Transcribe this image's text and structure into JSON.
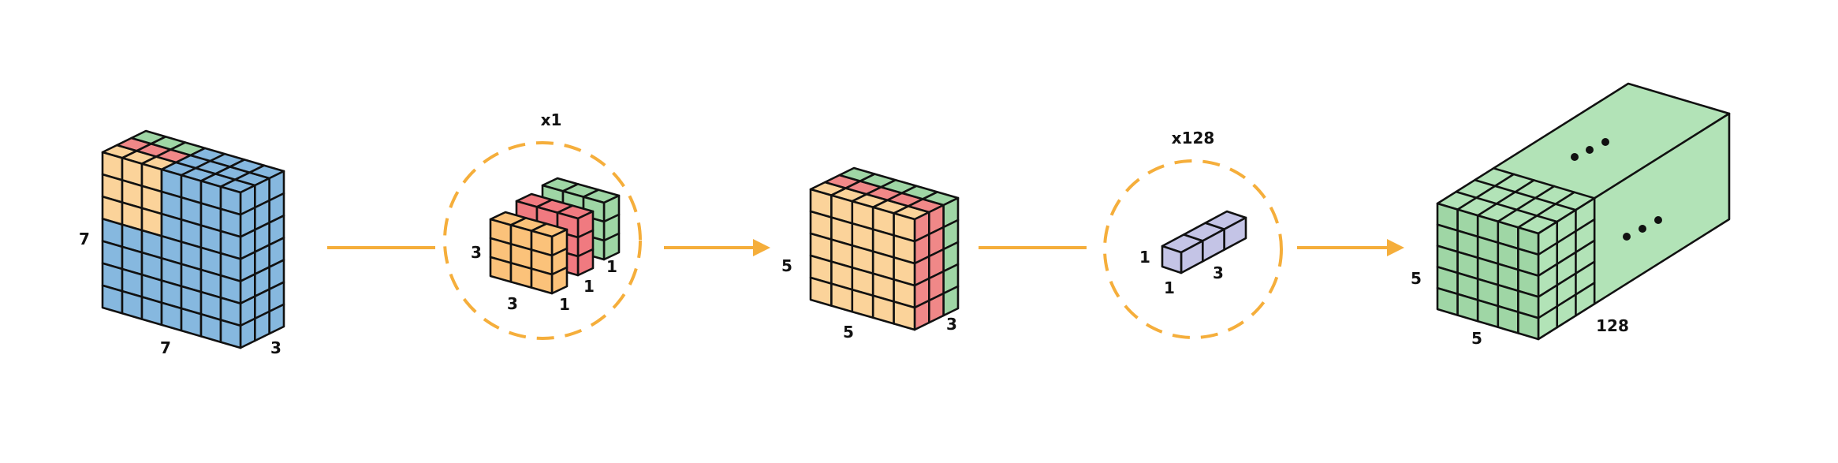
{
  "colors": {
    "blue": "#86b8df",
    "yellow": "#fbd39a",
    "red": "#f08888",
    "green": "#9fd6a5",
    "orange": "#fbc27a",
    "red_kernel": "#f07a80",
    "lavender": "#c4c4e6",
    "green_light": "#b2e3b7",
    "arrow": "#f5ae3b",
    "stroke": "#111111"
  },
  "input": {
    "height": "7",
    "width": "7",
    "depth": "3"
  },
  "depthwise": {
    "multiplier": "x1",
    "height": "3",
    "width": "3",
    "depth_a": "1",
    "depth_b": "1",
    "depth_c": "1"
  },
  "intermediate": {
    "height": "5",
    "width": "5",
    "depth": "3"
  },
  "pointwise": {
    "multiplier": "x128",
    "height": "1",
    "width": "1",
    "depth": "3"
  },
  "output": {
    "height": "5",
    "width": "5",
    "depth": "128"
  }
}
